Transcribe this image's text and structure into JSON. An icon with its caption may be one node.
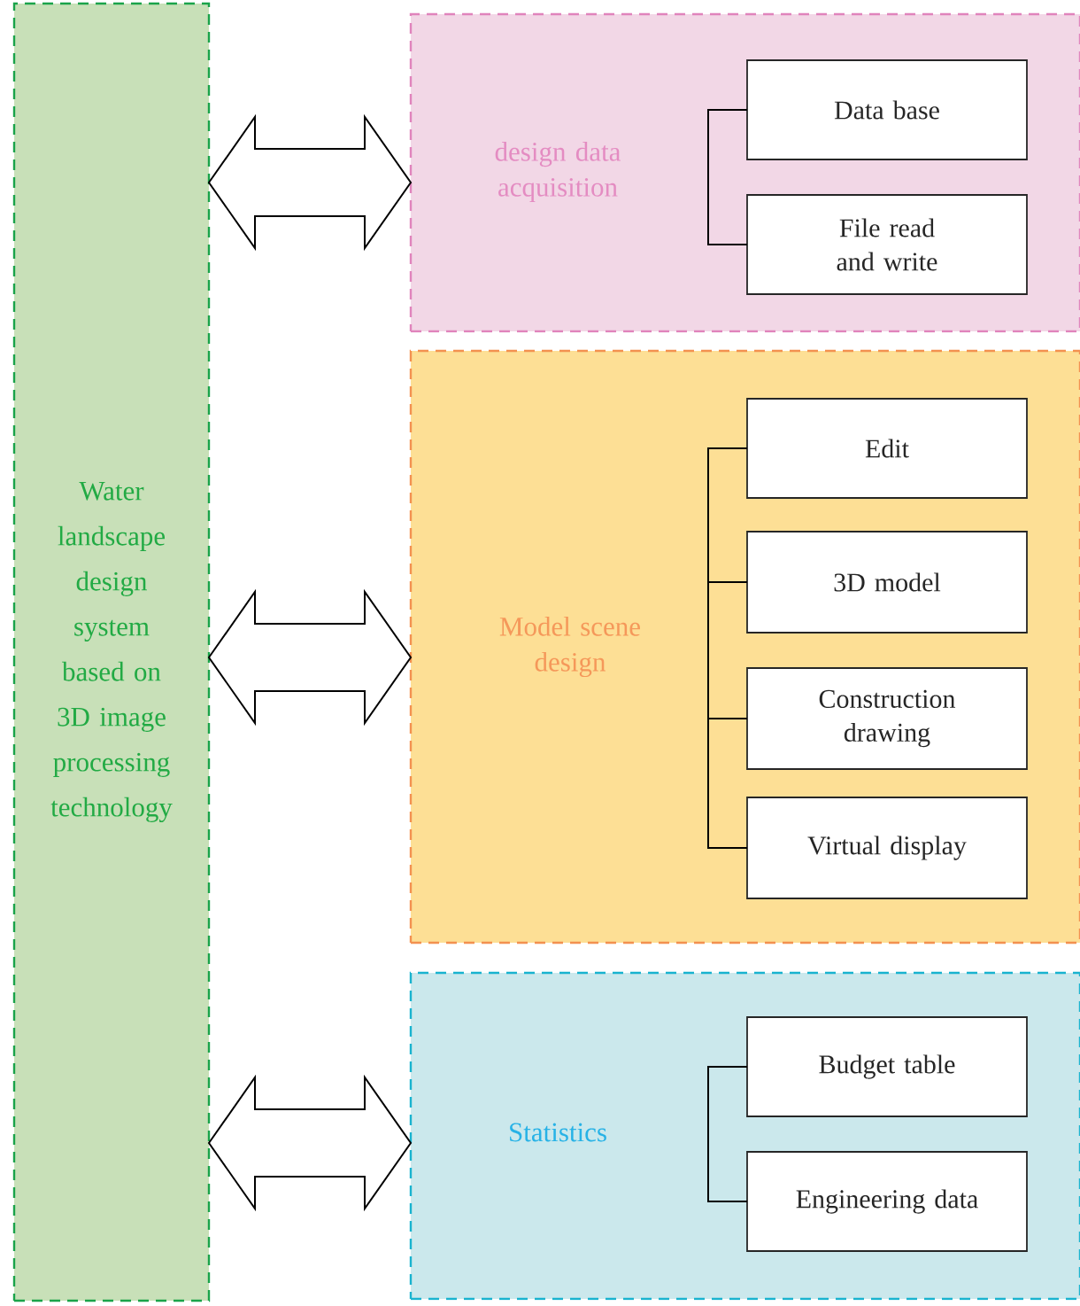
{
  "diagram": {
    "nodes": [
      {
        "text": [
          "Water landscape design system based on 3D image processing technology"
        ]
      },
      {
        "text": [
          "design data acquisition"
        ]
      },
      {
        "text": [
          "Data base"
        ],
        "in": 1
      },
      {
        "text": [
          "File read and write"
        ],
        "in": 1
      },
      {
        "text": [
          "Model scene design"
        ]
      },
      {
        "text": [
          "Edit"
        ],
        "in": 4
      },
      {
        "text": [
          "3D model"
        ],
        "in": 4
      },
      {
        "text": [
          "Construction drawing"
        ],
        "in": 4
      },
      {
        "text": [
          "Virtual display"
        ],
        "in": 4
      },
      {
        "text": [
          "Statistics"
        ]
      },
      {
        "text": [
          "Budget table"
        ],
        "in": 9
      },
      {
        "text": [
          "Engineering data"
        ],
        "in": 9
      }
    ],
    "edges": [
      {
        "from": 0,
        "to": 1,
        "arrow": "both"
      },
      {
        "from": 0,
        "to": 4,
        "arrow": "both"
      },
      {
        "from": 0,
        "to": 9,
        "arrow": "both"
      }
    ]
  }
}
